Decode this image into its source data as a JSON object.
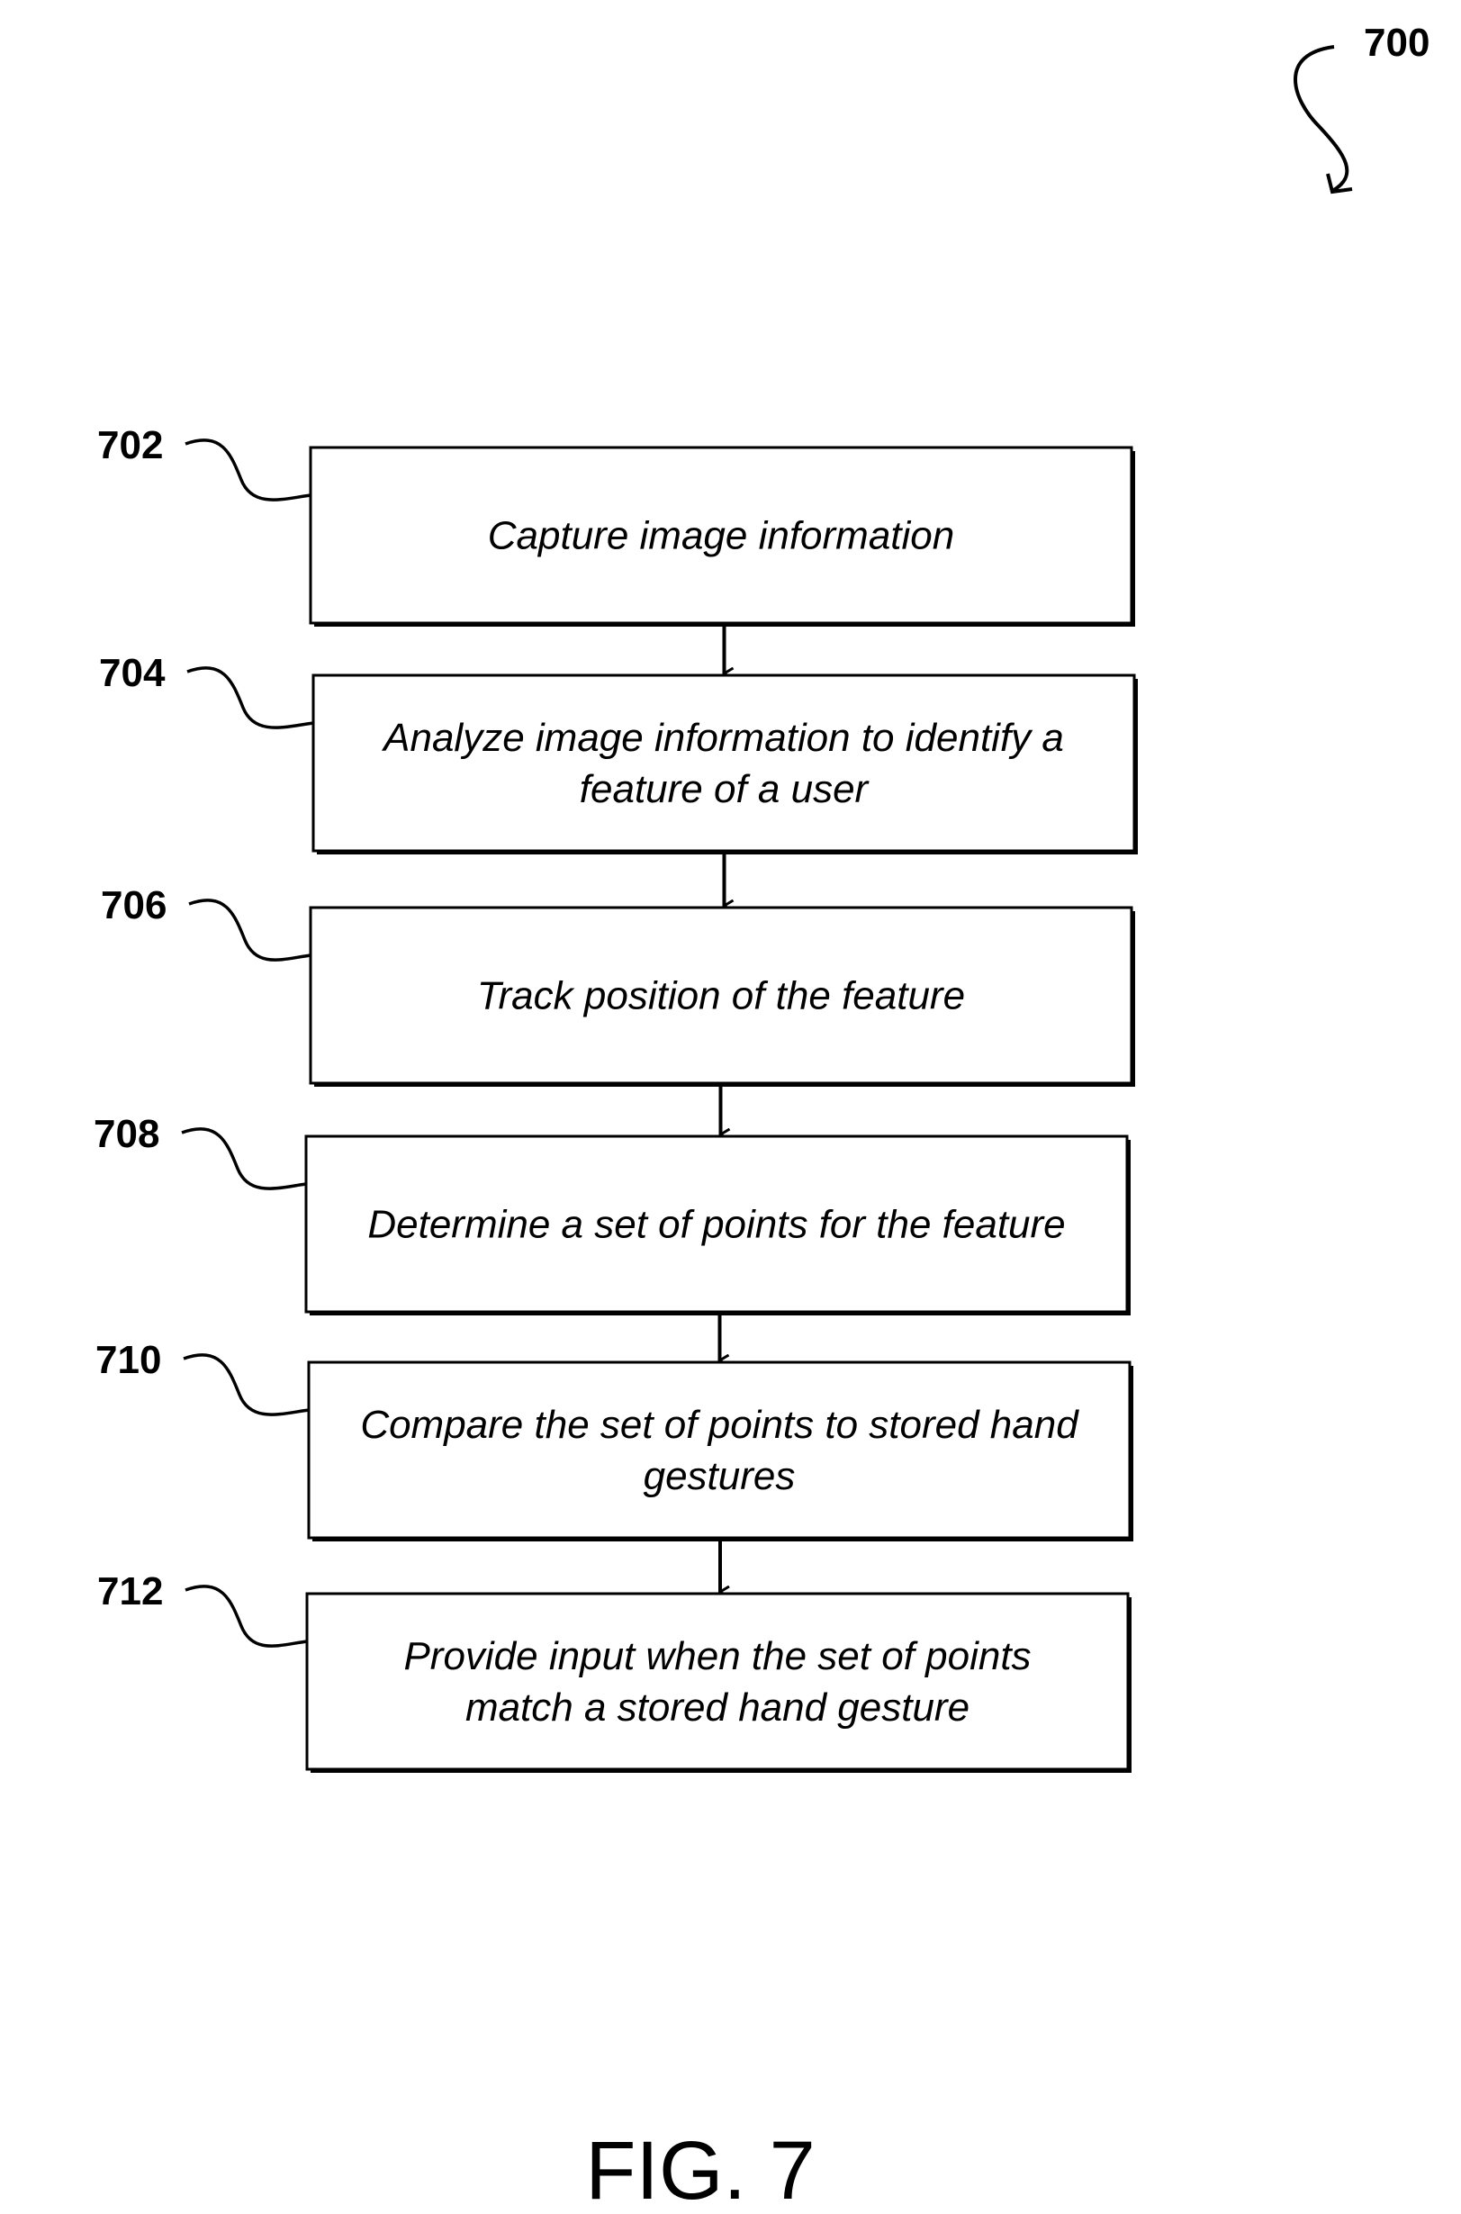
{
  "figure": {
    "ref": "700",
    "caption": "FIG. 7"
  },
  "steps": [
    {
      "ref": "702",
      "lines": [
        "Capture image information"
      ]
    },
    {
      "ref": "704",
      "lines": [
        "Analyze image information to identify a",
        "feature of a user"
      ]
    },
    {
      "ref": "706",
      "lines": [
        "Track position of the feature"
      ]
    },
    {
      "ref": "708",
      "lines": [
        "Determine a set of points for the feature"
      ]
    },
    {
      "ref": "710",
      "lines": [
        "Compare the set of points to stored hand",
        "gestures"
      ]
    },
    {
      "ref": "712",
      "lines": [
        "Provide input when the set of points",
        "match a stored hand gesture"
      ]
    }
  ]
}
